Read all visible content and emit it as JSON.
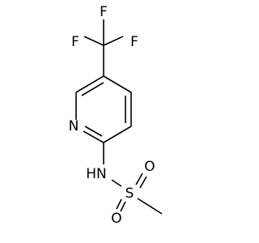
{
  "molecule": {
    "atoms": {
      "f_top": "F",
      "f_left": "F",
      "f_right": "F",
      "n_ring": "N",
      "nh": "HN",
      "s": "S",
      "o_top": "O",
      "o_bottom": "O"
    }
  }
}
